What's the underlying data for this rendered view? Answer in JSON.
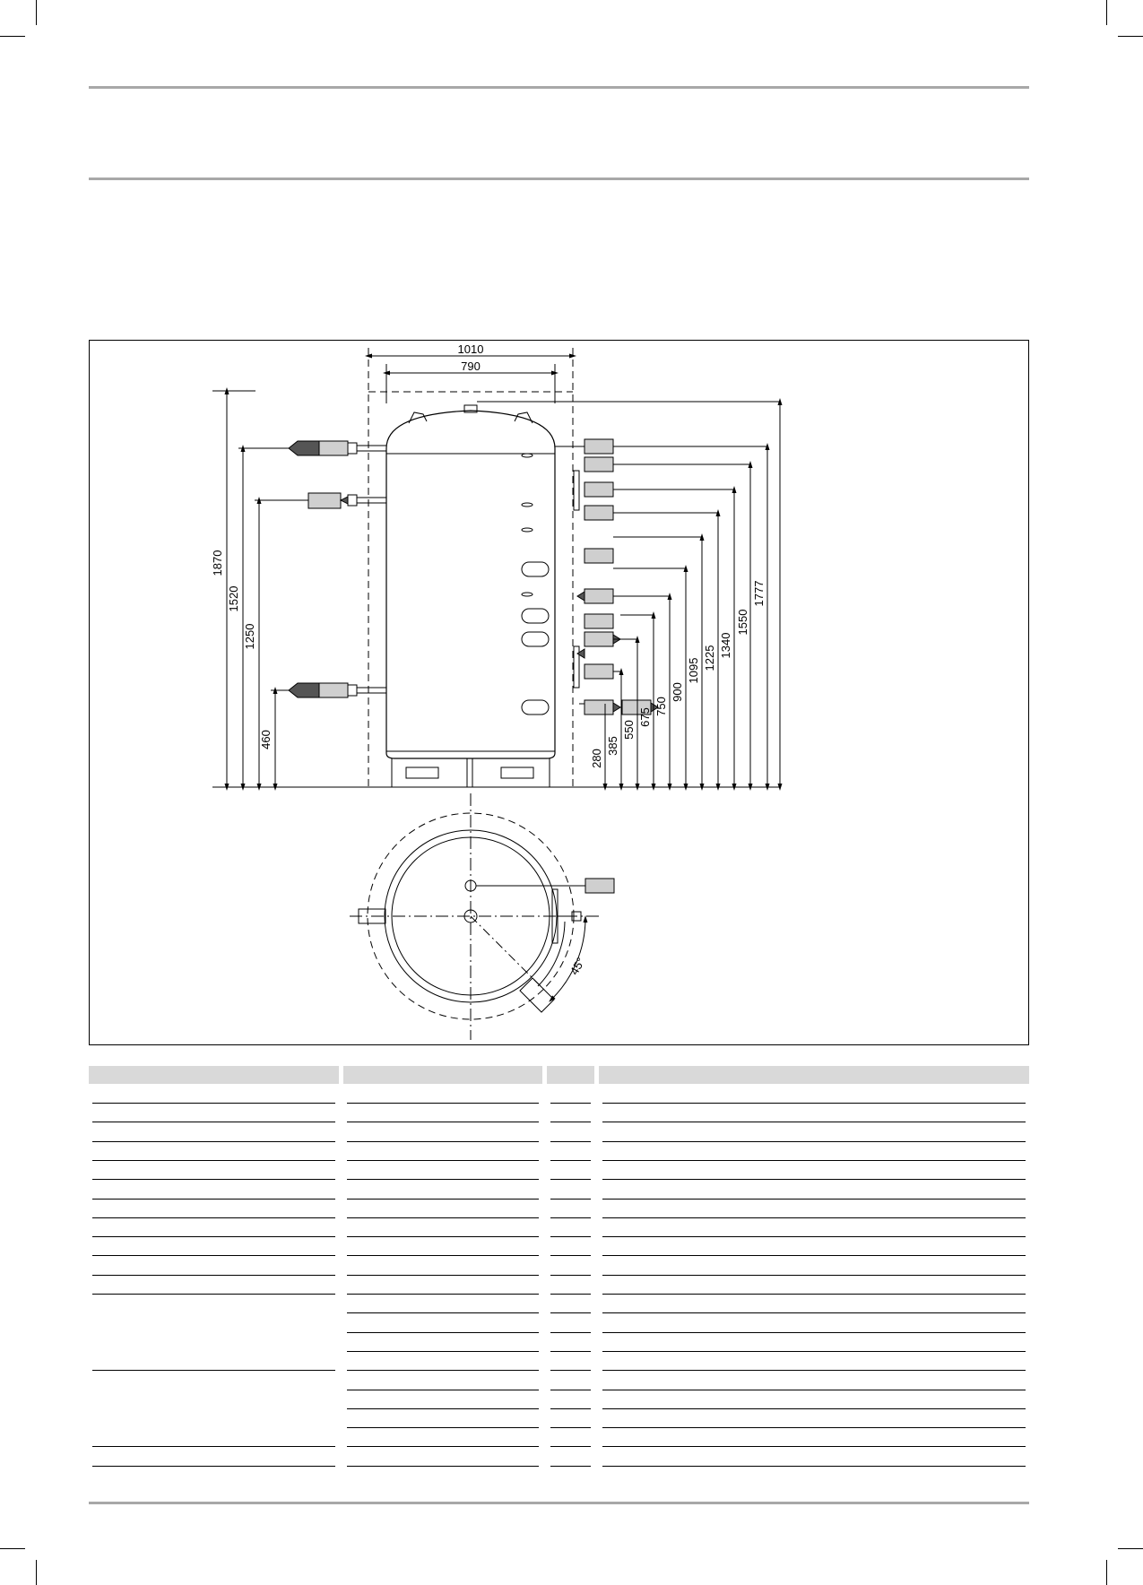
{
  "figure": {
    "dimensions_horizontal": [
      "1010",
      "790"
    ],
    "dimensions_left": [
      "1870",
      "1520",
      "1250",
      "460"
    ],
    "dimensions_right": [
      "280",
      "385",
      "550",
      "675",
      "750",
      "900",
      "1095",
      "1225",
      "1340",
      "1550",
      "1777"
    ],
    "angle_label": "45°"
  },
  "table": {
    "columns": 4,
    "body_rows": 20
  },
  "colors": {
    "rule": "#a8a8a8",
    "label_box_fill": "#cfcfcf",
    "table_header_fill": "#d9d9d9"
  }
}
